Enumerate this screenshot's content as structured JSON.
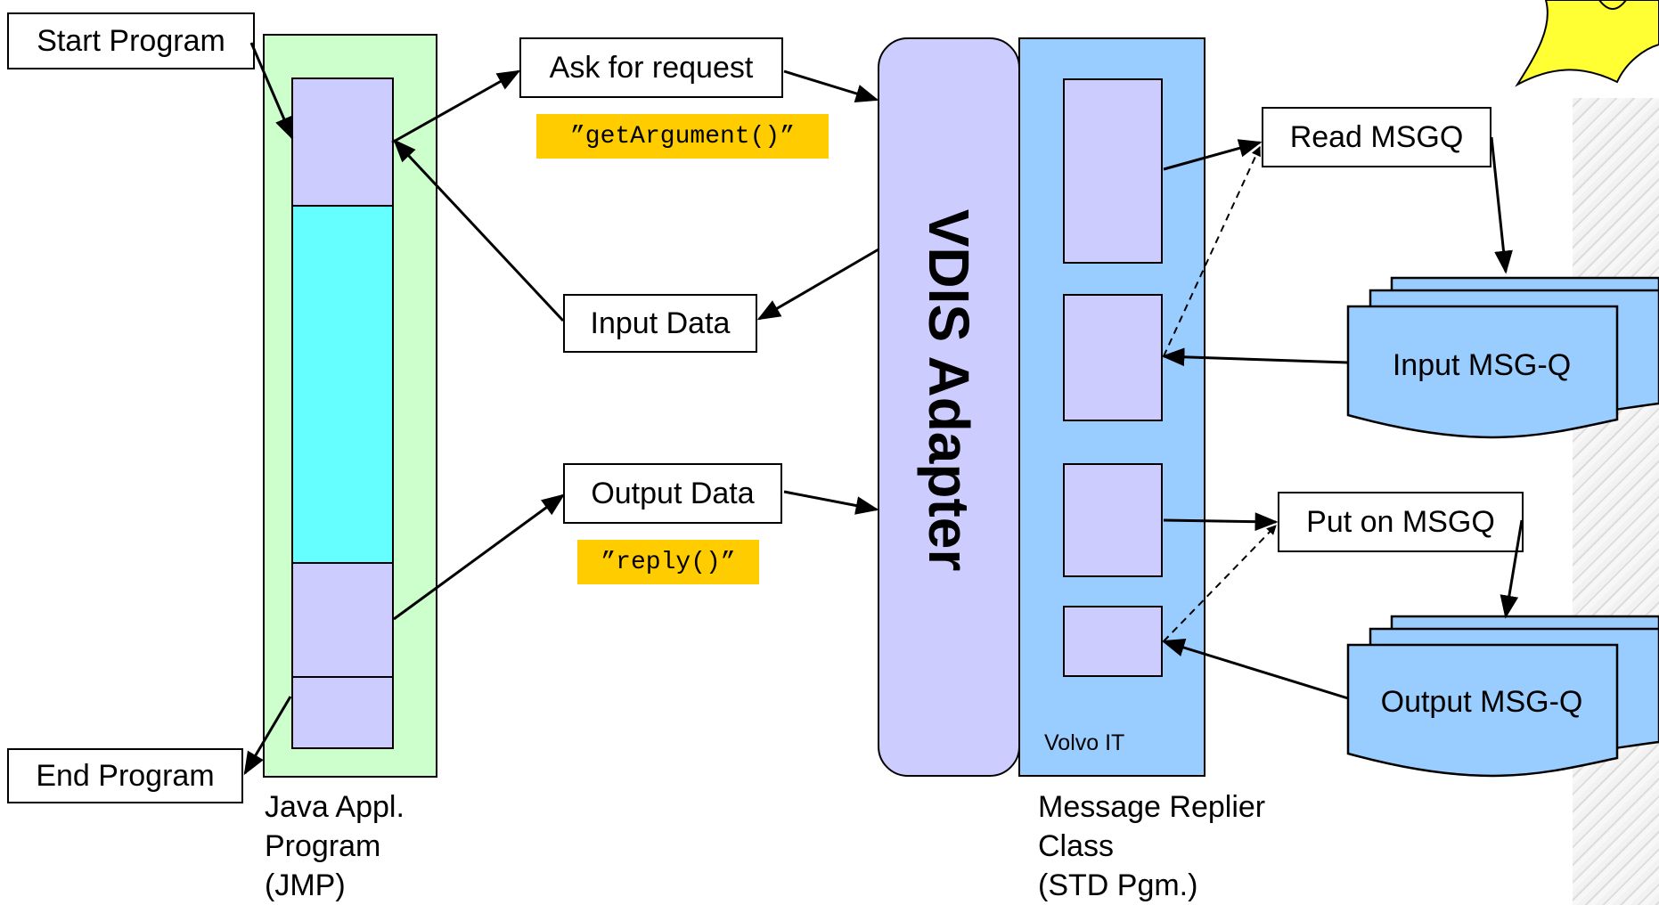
{
  "colors": {
    "java_box": "#ccffcc",
    "program_segment": "#ccccff",
    "active_segment": "#66ffff",
    "adapter": "#ccccff",
    "replier_box": "#99ccff",
    "method_highlight": "#ffcc00",
    "queue": "#99ccff",
    "mascot": "#ffff33"
  },
  "labels": {
    "start_program": "Start Program",
    "end_program": "End Program",
    "ask_for_request": "Ask for request",
    "get_argument": "”getArgument()”",
    "input_data": "Input Data",
    "output_data": "Output Data",
    "reply": "”reply()”",
    "read_msgq": "Read MSGQ",
    "put_on_msgq": "Put on MSGQ",
    "input_msgq": "Input MSG-Q",
    "output_msgq": "Output MSG-Q",
    "adapter_title": "VDIS Adapter",
    "volvo_it": "Volvo IT"
  },
  "captions": {
    "java": [
      "Java Appl.",
      "Program",
      "(JMP)"
    ],
    "replier": [
      "Message Replier",
      "Class",
      "(STD Pgm.)"
    ]
  },
  "icons": {
    "mascot": "star-mascot-icon",
    "background": "metal-texture-icon"
  }
}
